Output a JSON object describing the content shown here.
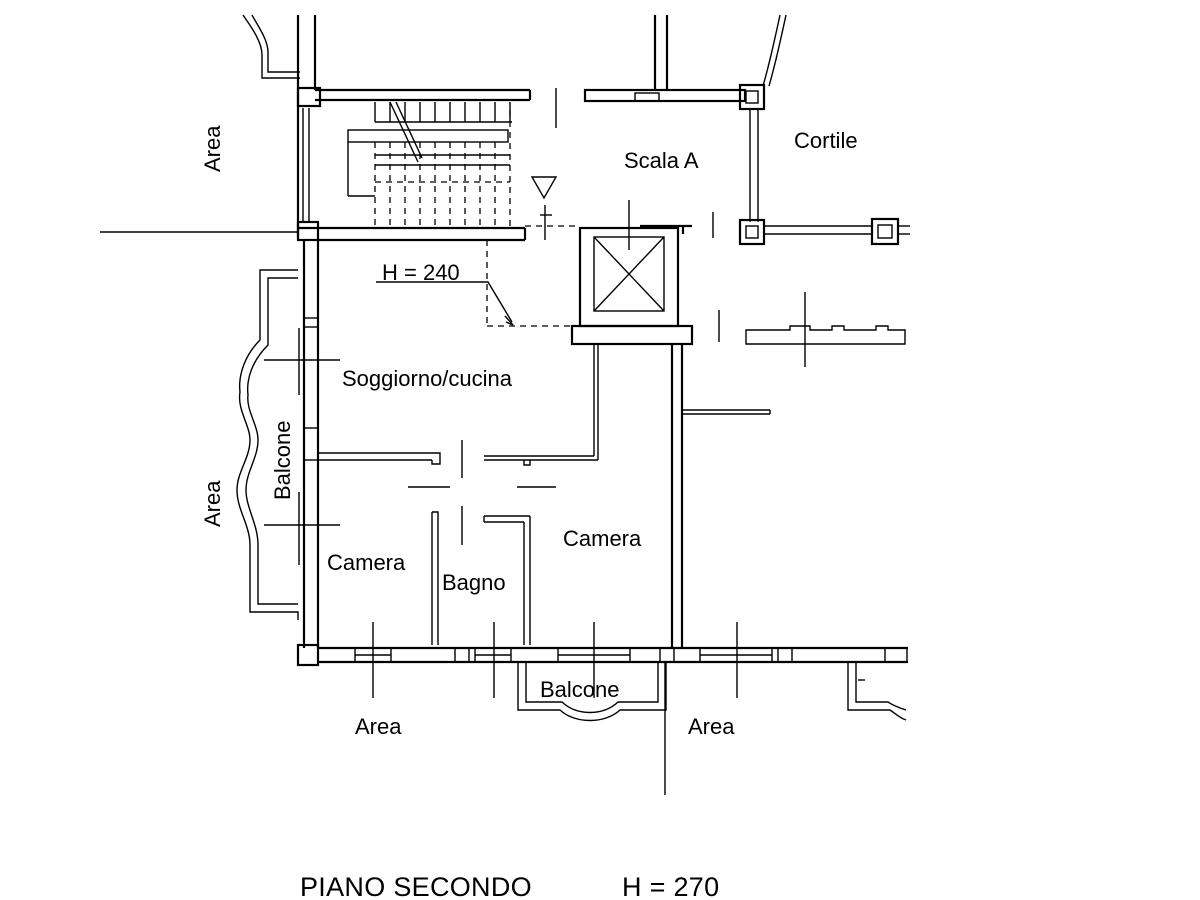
{
  "plan": {
    "title": "PIANO SECONDO",
    "title_height": "H = 270",
    "height_note": "H = 240",
    "rooms": {
      "soggiorno": "Soggiorno/cucina",
      "camera_left": "Camera",
      "bagno": "Bagno",
      "camera_right": "Camera",
      "balcone_side": "Balcone",
      "balcone_bottom": "Balcone",
      "scala": "Scala A",
      "cortile": "Cortile"
    },
    "areas": {
      "left_top": "Area",
      "left_bottom": "Area",
      "bottom_left": "Area",
      "bottom_right": "Area"
    }
  }
}
